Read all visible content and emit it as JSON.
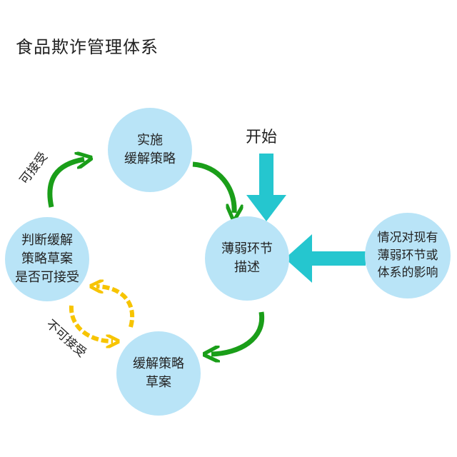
{
  "title": "食品欺诈管理体系",
  "start_label": "开始",
  "nodes": {
    "implement": "实施\n缓解策略",
    "describe": "薄弱环节\n描述",
    "judge": "判断缓解\n策略草案\n是否可接受",
    "draft": "缓解策略\n草案",
    "situation": "情况对现有\n薄弱环节或\n体系的影响"
  },
  "edge_labels": {
    "accept": "可接受",
    "reject": "不可接受"
  },
  "colors": {
    "node_fill": "#b9e4f7",
    "teal_arrow": "#25c6cf",
    "green_arrow": "#1a9e19",
    "yellow_arrow": "#f7c400"
  }
}
